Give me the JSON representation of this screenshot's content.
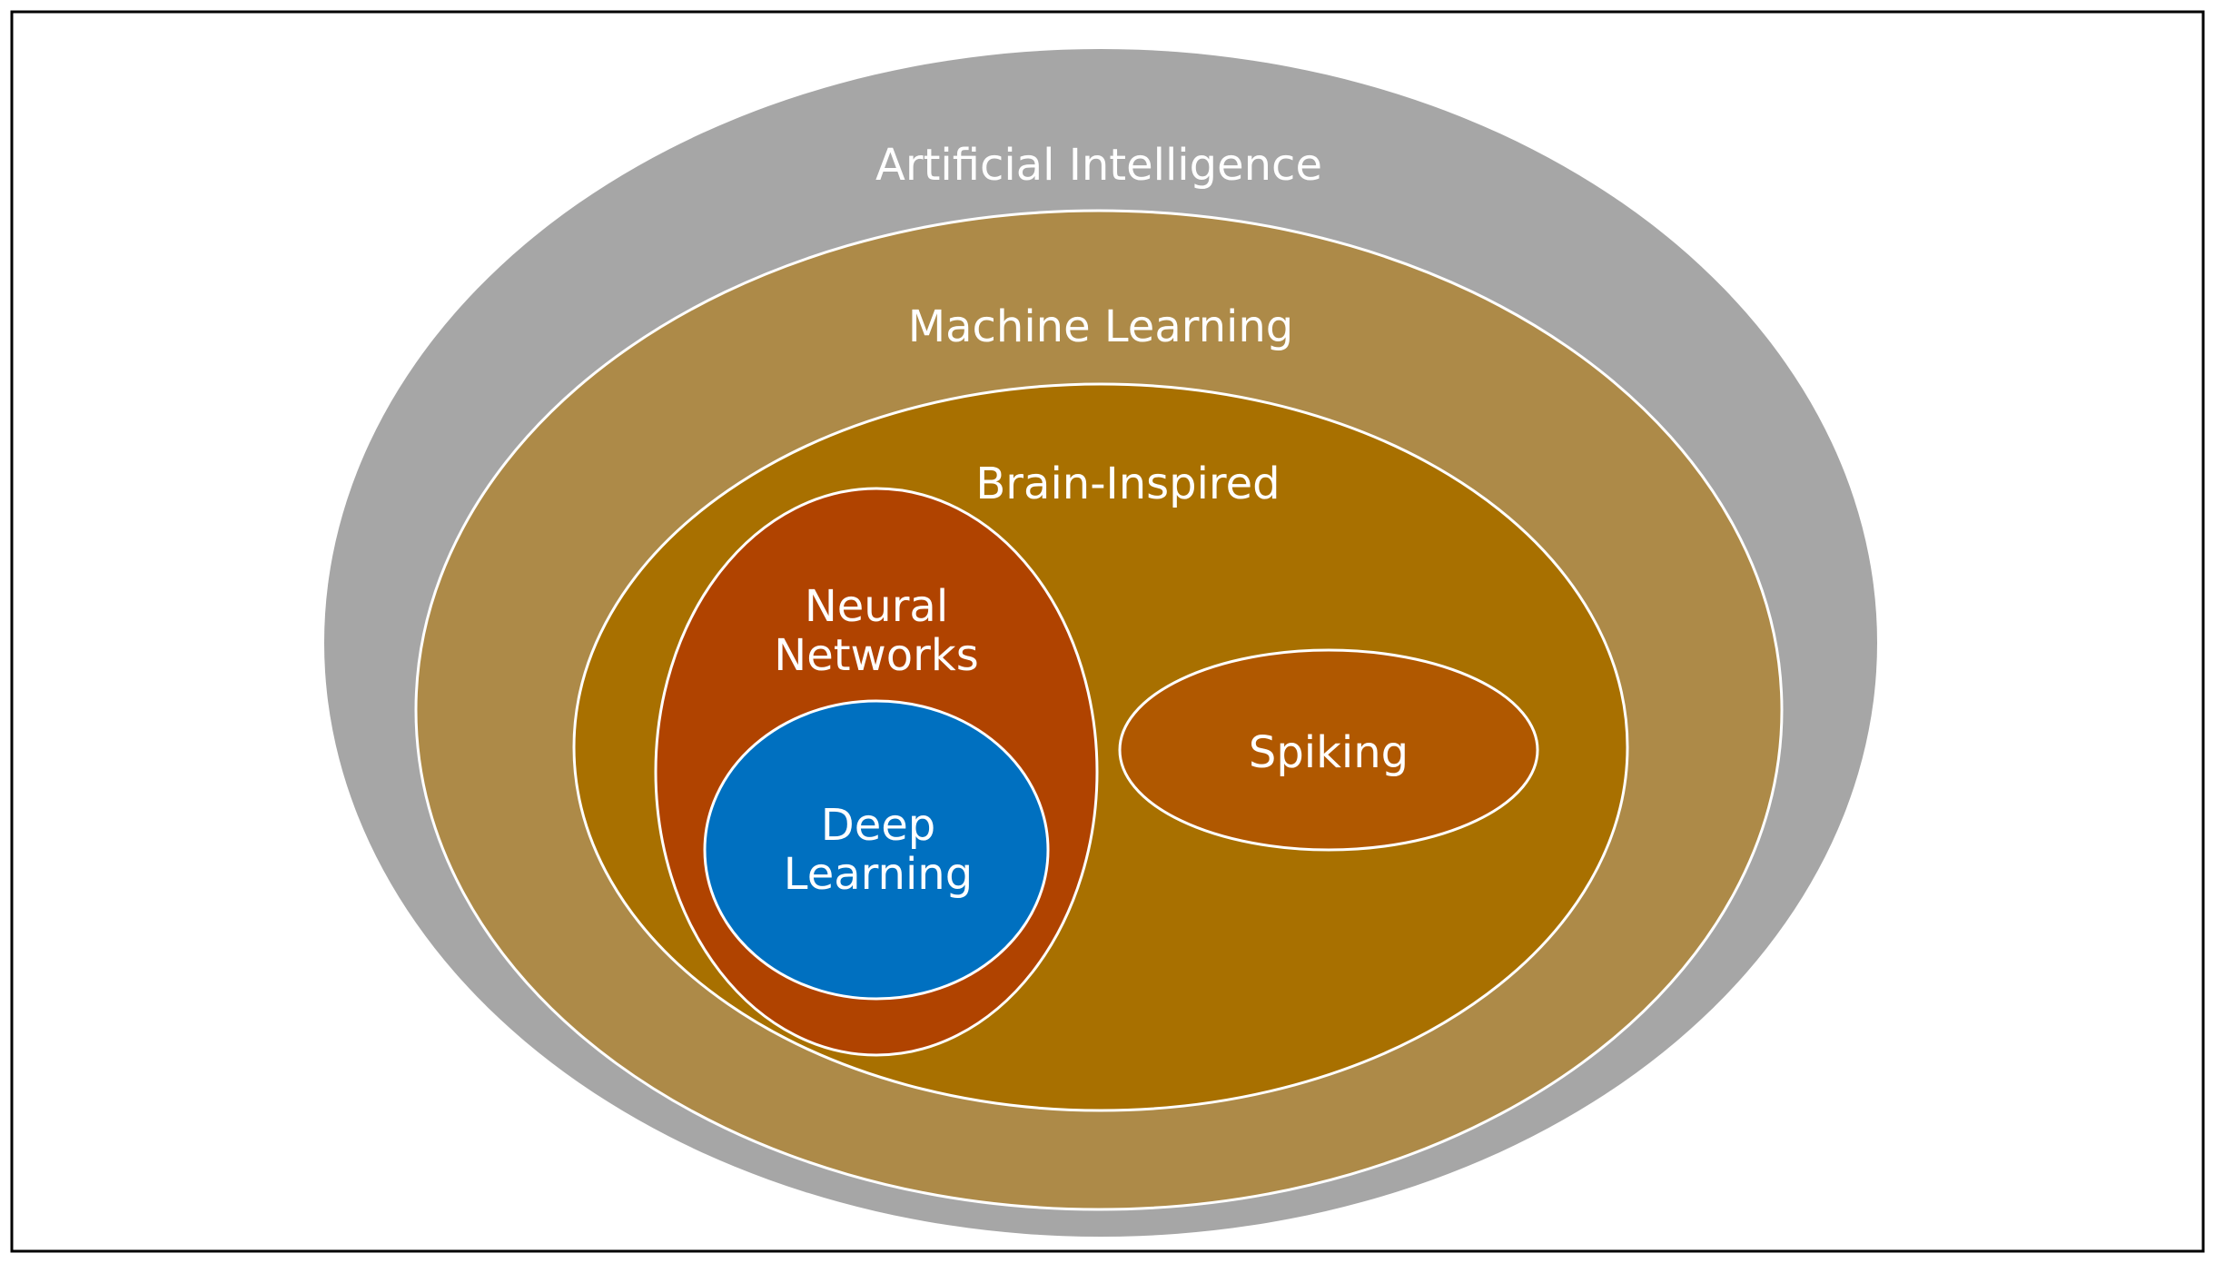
{
  "diagram": {
    "nodes": {
      "ai": {
        "label": "Artificial Intelligence",
        "color": "#a6a6a6"
      },
      "ml": {
        "label": "Machine Learning",
        "color": "#ad8a48"
      },
      "brain": {
        "label": "Brain-Inspired",
        "color": "#a87000"
      },
      "nn": {
        "label_line1": "Neural",
        "label_line2": "Networks",
        "color": "#b04300"
      },
      "dl": {
        "label_line1": "Deep",
        "label_line2": "Learning",
        "color": "#0070c0"
      },
      "spiking": {
        "label": "Spiking",
        "color": "#b05800"
      }
    },
    "frame_color": "#000000"
  }
}
